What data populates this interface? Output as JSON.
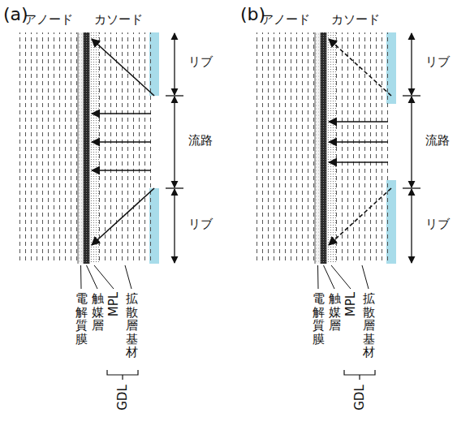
{
  "diagram": {
    "labels": [
      "(a)",
      "アノード",
      "カソード",
      "リブ",
      "流路",
      "リブ",
      "電解質膜",
      "触媒層",
      "MPL",
      "拡散層基材",
      "GDL",
      "(b)",
      "アノード",
      "カソード",
      "リブ",
      "流路",
      "リブ",
      "電解質膜",
      "触媒層",
      "MPL",
      "拡散層基材",
      "GDL"
    ]
  }
}
